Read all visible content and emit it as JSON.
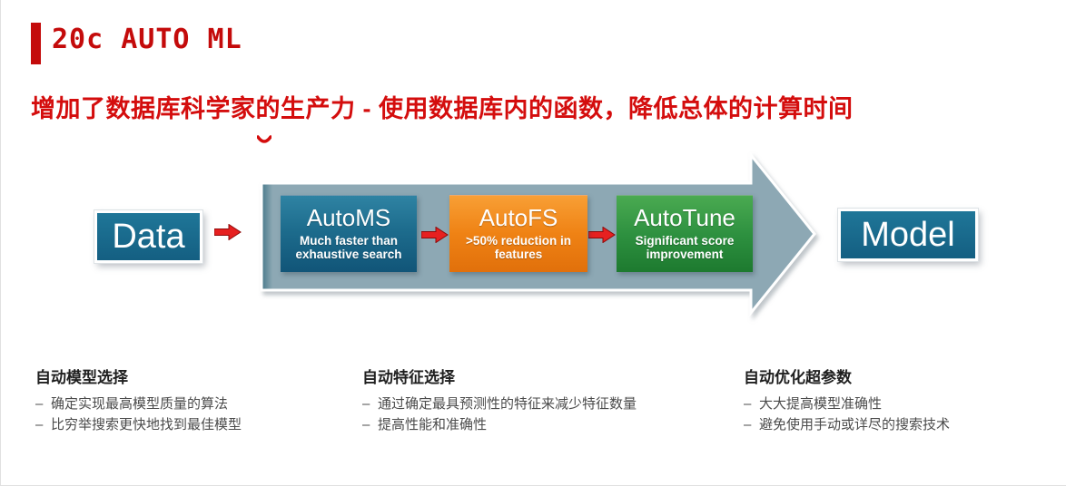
{
  "header": {
    "title": "20c AUTO ML",
    "subtitle": "增加了数据库科学家的生产力 - 使用数据库内的函数，降低总体的计算时间"
  },
  "pipeline": {
    "input_label": "Data",
    "output_label": "Model",
    "stages": [
      {
        "name": "AutoMS",
        "desc": "Much faster than exhaustive search"
      },
      {
        "name": "AutoFS",
        "desc": ">50% reduction in features"
      },
      {
        "name": "AutoTune",
        "desc": "Significant score improvement"
      }
    ]
  },
  "columns": [
    {
      "heading": "自动模型选择",
      "bullets": [
        "确定实现最高模型质量的算法",
        "比穷举搜索更快地找到最佳模型"
      ]
    },
    {
      "heading": "自动特征选择",
      "bullets": [
        "通过确定最具预测性的特征来减少特征数量",
        "提高性能和准确性"
      ]
    },
    {
      "heading": "自动优化超参数",
      "bullets": [
        "大大提高模型准确性",
        "避免使用手动或详尽的搜索技术"
      ]
    }
  ],
  "colors": {
    "accent_red": "#c40b0b",
    "subtitle_red": "#d40d0d",
    "flow_arrow_red": "#e62020",
    "process_arrow_gray": "#8da8b4",
    "endpoint_teal": "#176c8d",
    "automs_teal": "#1d6c8d",
    "autofs_orange": "#ef8214",
    "autotune_green": "#2e9140",
    "body_text": "#4b4b4b"
  }
}
